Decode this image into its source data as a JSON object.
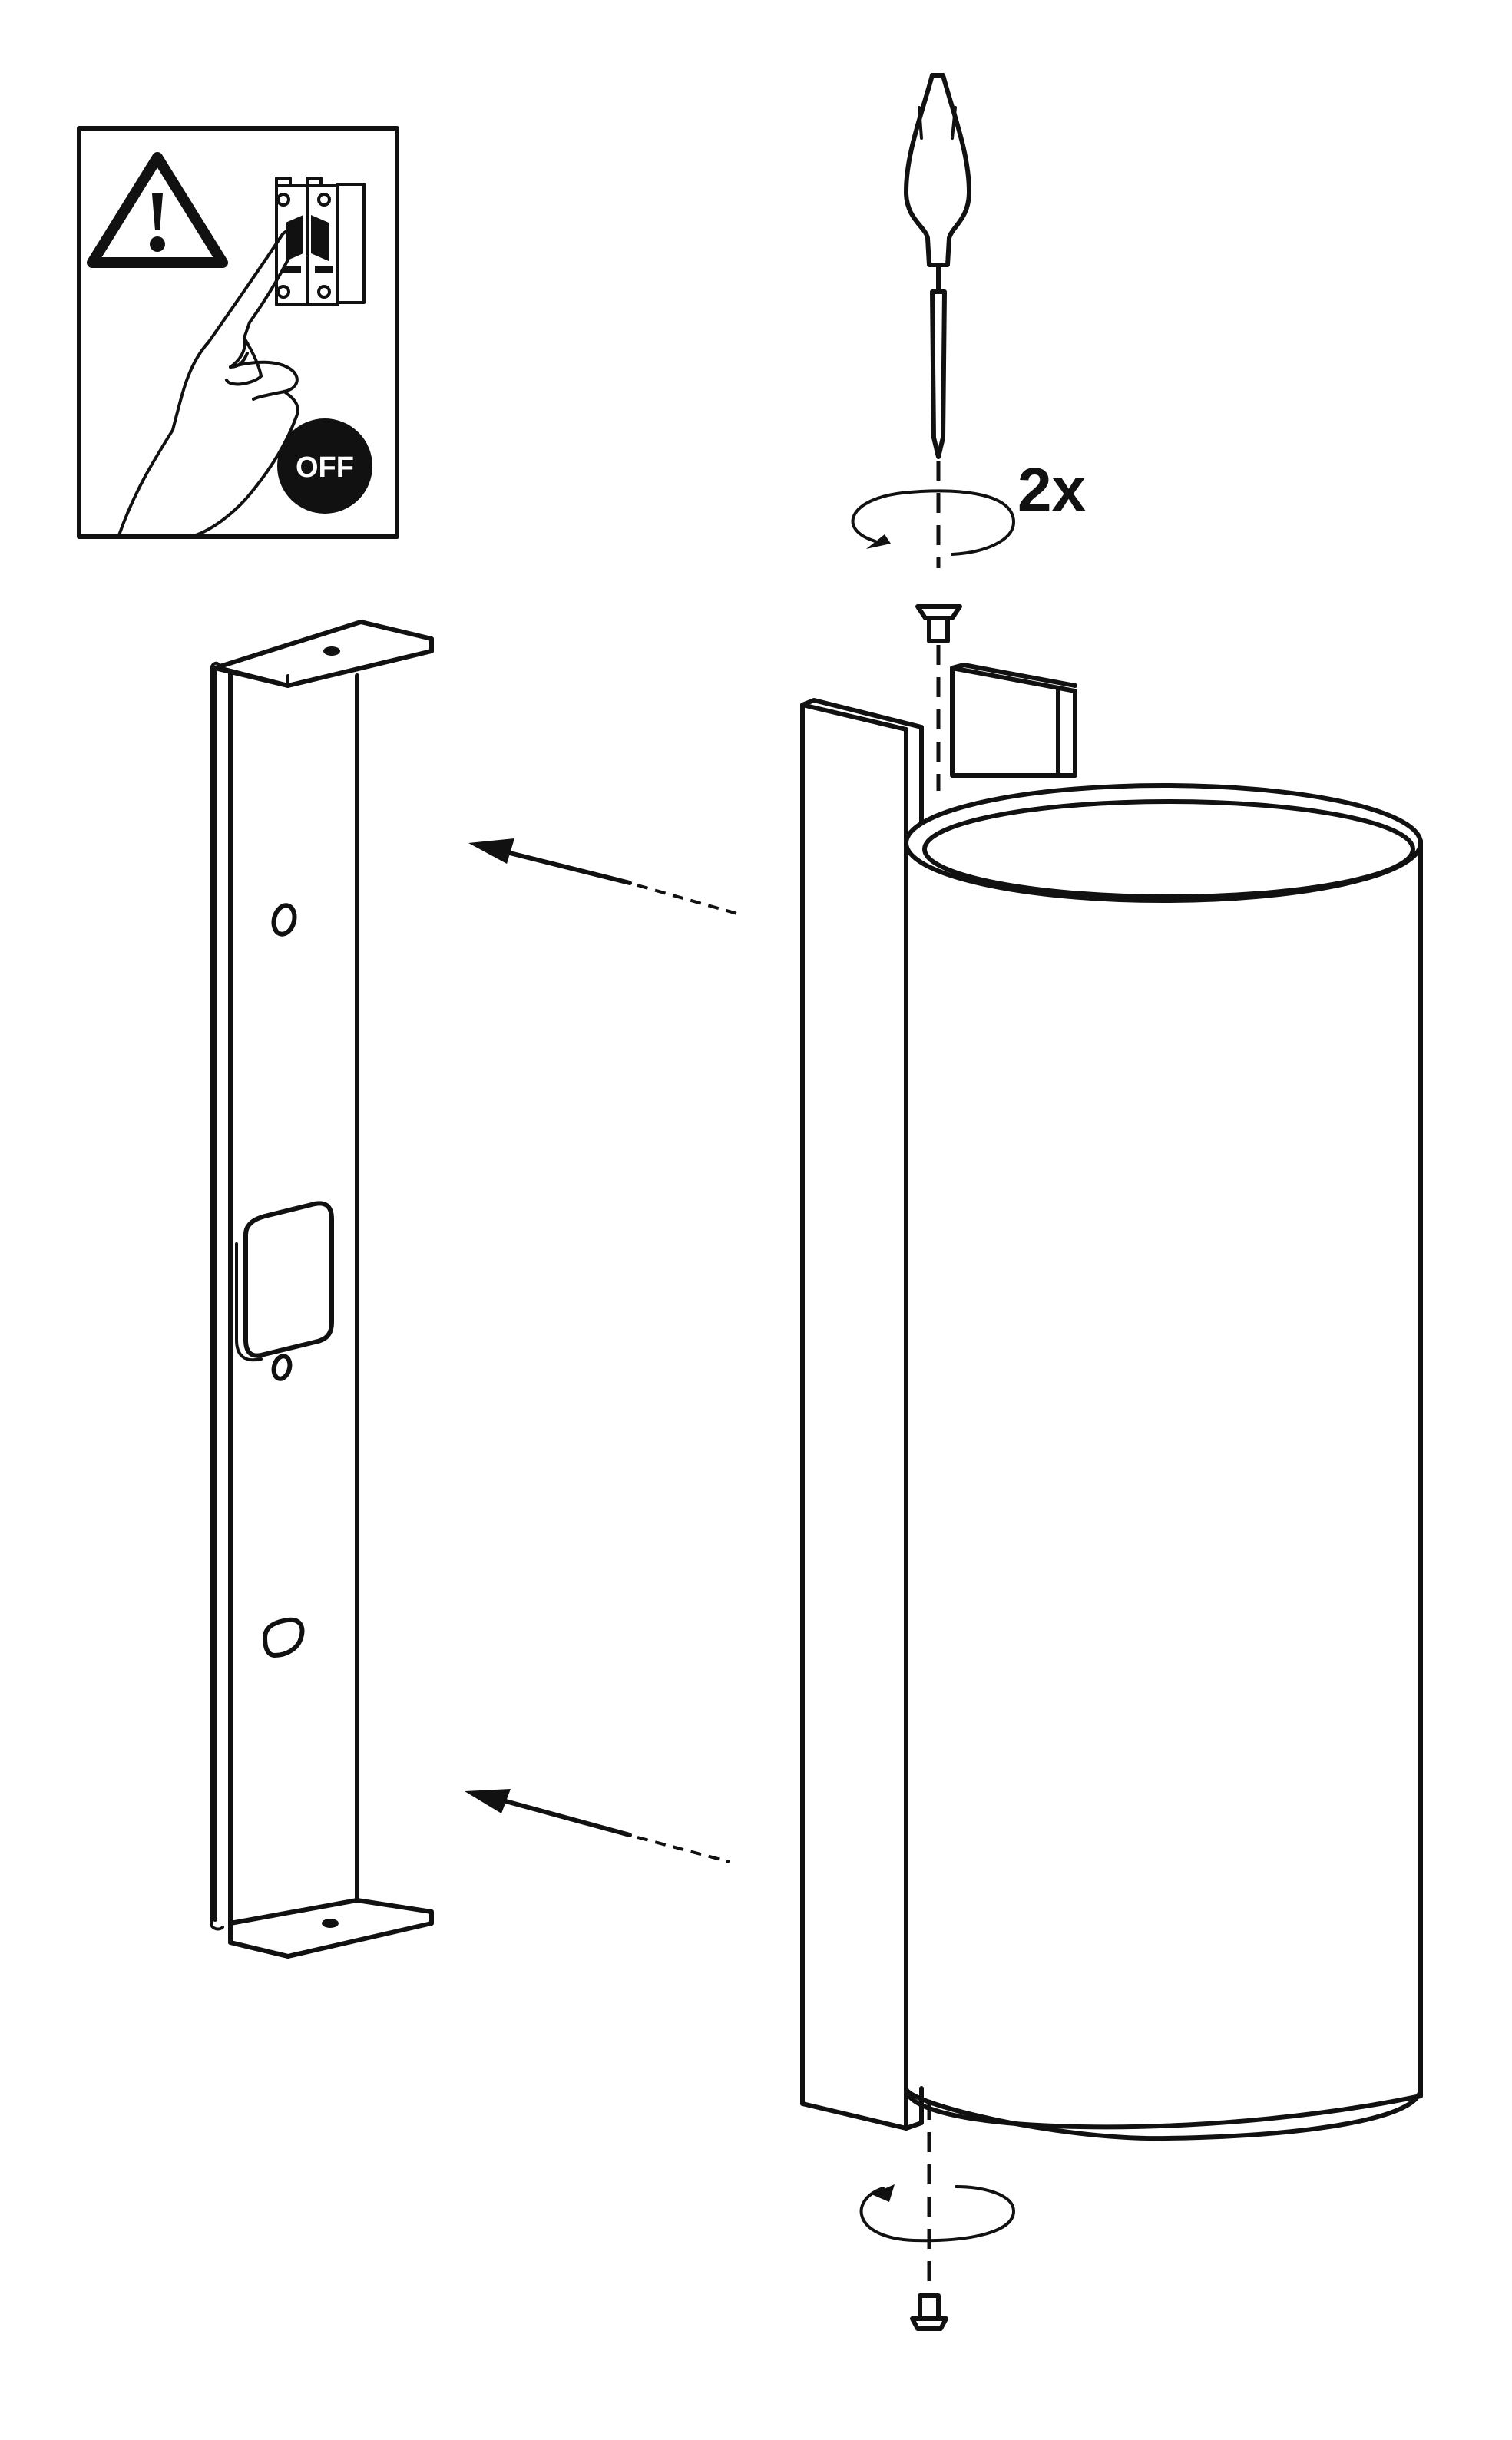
{
  "warning_panel": {
    "symbol": "warning-triangle",
    "switch_state": "OFF"
  },
  "step": {
    "screw_count": "2x",
    "tool": "screwdriver-icon"
  },
  "colors": {
    "line": "#111111",
    "background": "#ffffff"
  }
}
